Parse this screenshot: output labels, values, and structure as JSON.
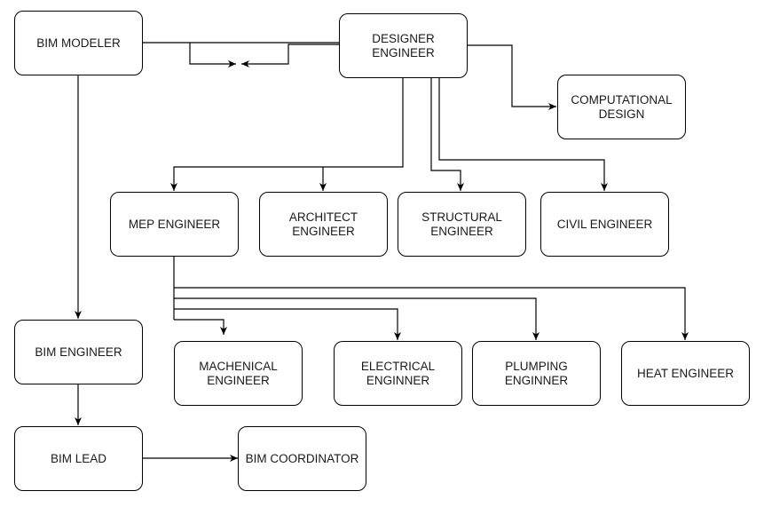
{
  "diagram": {
    "nodes": [
      {
        "id": "bim_modeler",
        "label": "BIM MODELER"
      },
      {
        "id": "designer_engineer",
        "label": "DESIGNER\nENGINEER"
      },
      {
        "id": "computational_design",
        "label": "COMPUTATIONAL\nDESIGN"
      },
      {
        "id": "mep_engineer",
        "label": "MEP ENGINEER"
      },
      {
        "id": "architect_engineer",
        "label": "ARCHITECT\nENGINEER"
      },
      {
        "id": "structural_engineer",
        "label": "STRUCTURAL\nENGINEER"
      },
      {
        "id": "civil_engineer",
        "label": "CIVIL ENGINEER"
      },
      {
        "id": "bim_engineer",
        "label": "BIM ENGINEER"
      },
      {
        "id": "machenical_engineer",
        "label": "MACHENICAL\nENGINEER"
      },
      {
        "id": "electrical_enginner",
        "label": "ELECTRICAL\nENGINNER"
      },
      {
        "id": "plumping_enginner",
        "label": "PLUMPING\nENGINNER"
      },
      {
        "id": "heat_engineer",
        "label": "HEAT ENGINEER"
      },
      {
        "id": "bim_lead",
        "label": "BIM LEAD"
      },
      {
        "id": "bim_coordinator",
        "label": "BIM COORDINATOR"
      }
    ],
    "edges": [
      {
        "from": "bim_modeler",
        "to": "designer_engineer",
        "type": "bidirectional-loop"
      },
      {
        "from": "bim_modeler",
        "to": "bim_engineer"
      },
      {
        "from": "designer_engineer",
        "to": "computational_design"
      },
      {
        "from": "designer_engineer",
        "to": "mep_engineer"
      },
      {
        "from": "designer_engineer",
        "to": "architect_engineer"
      },
      {
        "from": "designer_engineer",
        "to": "structural_engineer"
      },
      {
        "from": "designer_engineer",
        "to": "civil_engineer"
      },
      {
        "from": "mep_engineer",
        "to": "machenical_engineer"
      },
      {
        "from": "mep_engineer",
        "to": "electrical_enginner"
      },
      {
        "from": "mep_engineer",
        "to": "plumping_enginner"
      },
      {
        "from": "mep_engineer",
        "to": "heat_engineer"
      },
      {
        "from": "bim_engineer",
        "to": "bim_lead"
      },
      {
        "from": "bim_lead",
        "to": "bim_coordinator"
      }
    ]
  }
}
